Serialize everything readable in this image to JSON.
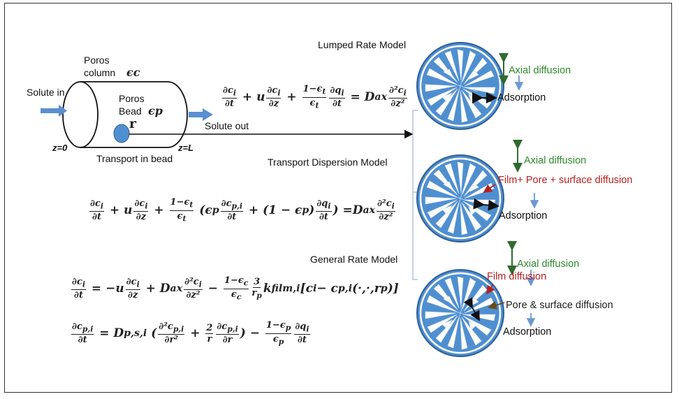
{
  "labels": {
    "solute_in": "Solute in",
    "poros_column": "Poros",
    "column_word": "column",
    "eps_c": "ϵc",
    "poros_bead": "Poros",
    "bead_word": "Bead",
    "eps_p": "ϵp",
    "r": "r",
    "solute_out": "Solute out",
    "z0": "z=0",
    "zL": "z=L",
    "transport_in_bead": "Transport in bead"
  },
  "models": {
    "lumped": "Lumped Rate Model",
    "transport_dispersion": "Transport Dispersion Model",
    "general": "General Rate Model"
  },
  "bead_annotations": {
    "b1_axial": "Axial diffusion",
    "b1_adsorption": "Adsorption",
    "b2_axial": "Axial diffusion",
    "b2_film": "Film+ Pore + surface diffusion",
    "b2_adsorption": "Adsorption",
    "b3_axial": "Axial diffusion",
    "b3_film": "Film diffusion",
    "b3_pore": "Pore & surface diffusion",
    "b3_adsorption": "Adsorption"
  },
  "colors": {
    "bead_blue": "#4f8fd0",
    "bead_blue_dark": "#3a74b4",
    "arrow_blue": "#5a8fd0",
    "green": "#2e8b2e",
    "red": "#b22222",
    "brown": "#6b4a1a"
  }
}
